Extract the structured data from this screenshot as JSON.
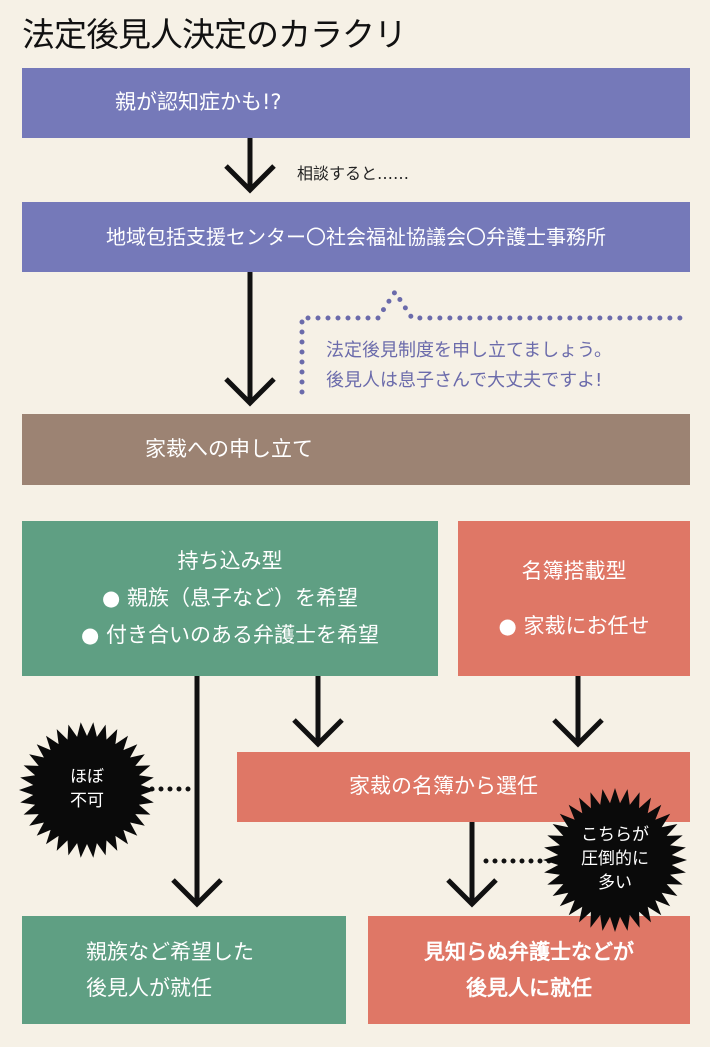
{
  "title": "法定後見人決定のカラクリ",
  "step1": "親が認知症かも!?",
  "consult_label": "相談すると……",
  "step2": "地域包括支援センター〇社会福祉協議会〇弁護士事務所",
  "callout": [
    "法定後見制度を申し立てましょう。",
    "後見人は息子さんで大丈夫ですよ!"
  ],
  "step3": "家裁への申し立て",
  "type_a": {
    "title": "持ち込み型",
    "items": [
      "● 親族（息子など）を希望",
      "● 付き合いのある弁護士を希望"
    ]
  },
  "type_b": {
    "title": "名簿搭載型",
    "items": [
      "● 家裁にお任せ"
    ]
  },
  "selection": "家裁の名簿から選任",
  "result_a": [
    "親族など希望した",
    "後見人が就任"
  ],
  "result_b": [
    "見知らぬ弁護士などが",
    "後見人に就任"
  ],
  "burst_a": [
    "ほぼ",
    "不可"
  ],
  "burst_b": [
    "こちらが",
    "圧倒的に",
    "多い"
  ],
  "colors": {
    "purple": "#7579b9",
    "brown": "#9c8373",
    "green": "#5f9f83",
    "salmon": "#df7766",
    "background": "#f6f1e6"
  }
}
